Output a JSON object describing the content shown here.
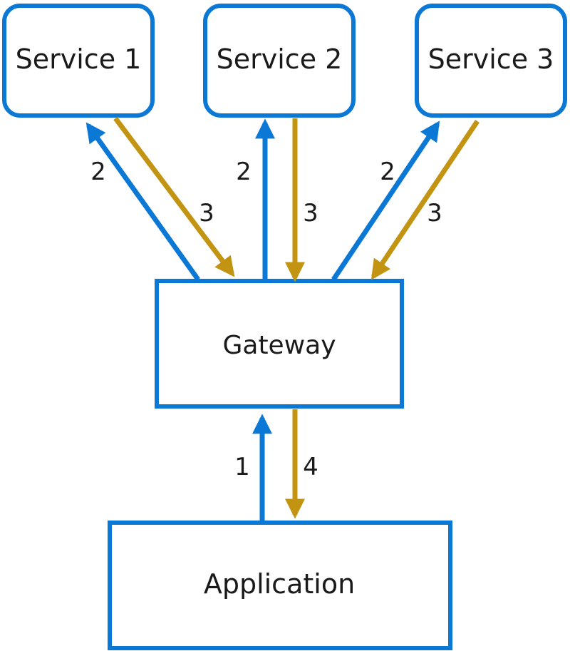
{
  "colors": {
    "request": "#0a78d4",
    "response": "#c29412",
    "box_border": "#0a78d4",
    "text": "#1a1a1a"
  },
  "nodes": {
    "service_1": "Service 1",
    "service_2": "Service 2",
    "service_3": "Service 3",
    "gateway": "Gateway",
    "application": "Application"
  },
  "steps": {
    "app_to_gateway": "1",
    "gateway_to_service_1": "2",
    "gateway_to_service_2": "2",
    "gateway_to_service_3": "2",
    "service_1_to_gateway": "3",
    "service_2_to_gateway": "3",
    "service_3_to_gateway": "3",
    "gateway_to_app": "4"
  }
}
